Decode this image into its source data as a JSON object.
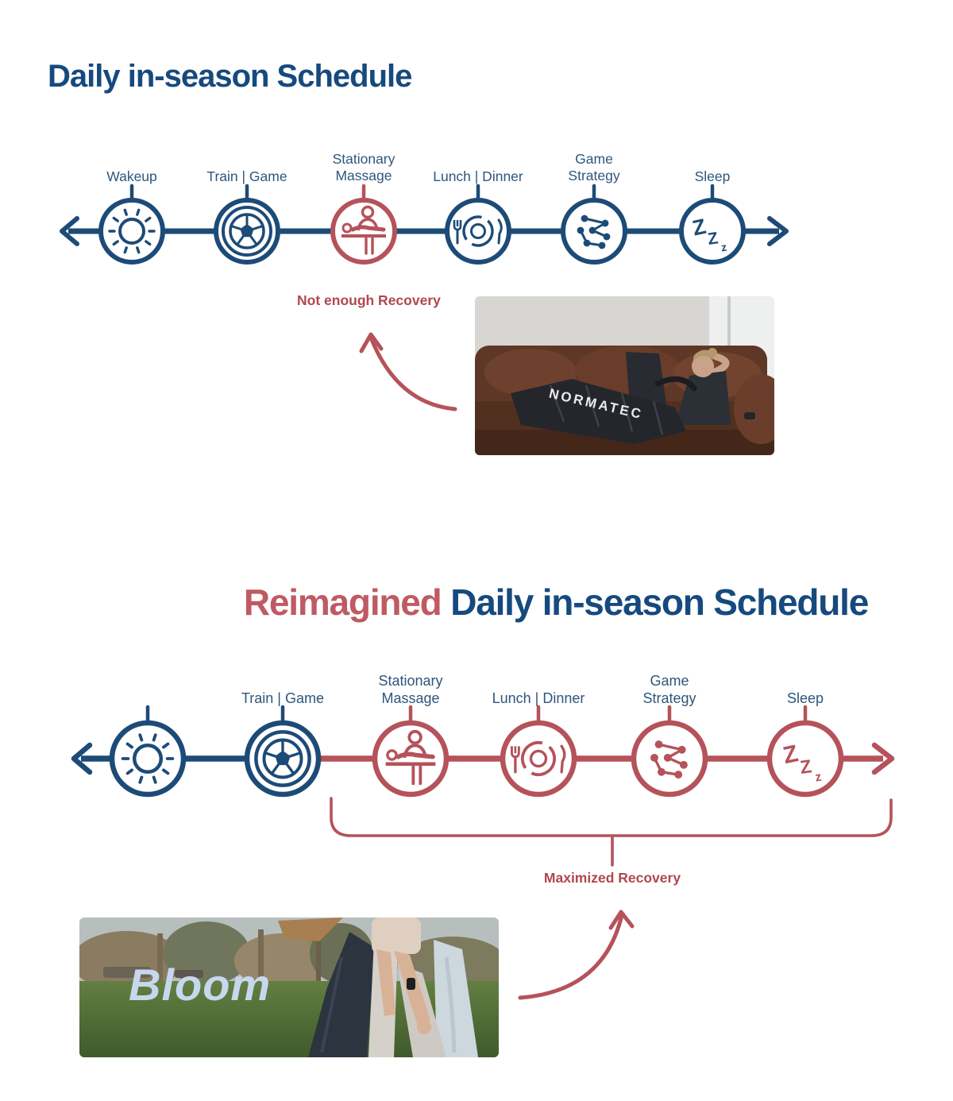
{
  "colors": {
    "navy": "#1d4b77",
    "title_navy": "#164a7e",
    "label_navy": "#2f567c",
    "red": "#b5525a",
    "red_text": "#b04750",
    "accent_red": "#bf5a63"
  },
  "section1": {
    "title": "Daily in-season Schedule",
    "timeline": {
      "items": [
        {
          "label": "Wakeup",
          "icon": "sun-icon"
        },
        {
          "label": "Train | Game",
          "icon": "soccer-ball-icon"
        },
        {
          "label": "Stationary Massage",
          "icon": "massage-table-icon",
          "highlighted": true
        },
        {
          "label": "Lunch | Dinner",
          "icon": "meal-plate-icon"
        },
        {
          "label": "Game Strategy",
          "icon": "strategy-network-icon"
        },
        {
          "label": "Sleep",
          "icon": "sleep-zzz-icon"
        }
      ]
    },
    "annotation": "Not enough Recovery",
    "photo": {
      "brand_text": "NORMATEC"
    }
  },
  "section2": {
    "title_accent": "Reimagined",
    "title_rest": "Daily in-season Schedule",
    "timeline": {
      "items": [
        {
          "label": "",
          "icon": "sun-icon"
        },
        {
          "label": "Train | Game",
          "icon": "soccer-ball-icon"
        },
        {
          "label": "Stationary Massage",
          "icon": "massage-table-icon",
          "highlighted": true
        },
        {
          "label": "Lunch | Dinner",
          "icon": "meal-plate-icon",
          "highlighted": true
        },
        {
          "label": "Game Strategy",
          "icon": "strategy-network-icon",
          "highlighted": true
        },
        {
          "label": "Sleep",
          "icon": "sleep-zzz-icon",
          "highlighted": true
        }
      ]
    },
    "annotation": "Maximized Recovery",
    "photo": {
      "caption": "Bloom"
    }
  }
}
